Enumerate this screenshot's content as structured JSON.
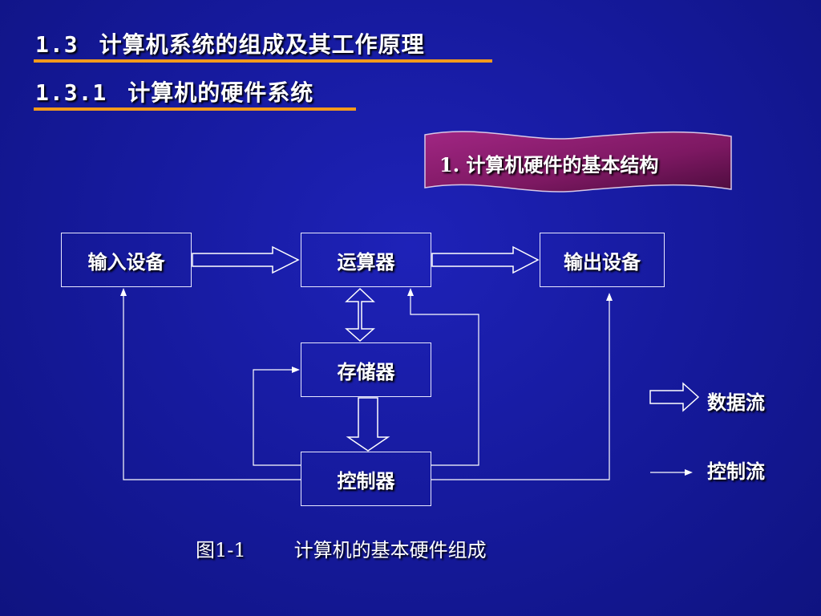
{
  "headings": {
    "section": {
      "number": "1.3",
      "title": "计算机系统的组成及其工作原理"
    },
    "subsection": {
      "number": "1.3.1",
      "title": "计算机的硬件系统"
    }
  },
  "banner": {
    "label": "1. 计算机硬件的基本结构"
  },
  "diagram": {
    "input_device": "输入设备",
    "alu": "运算器",
    "output_device": "输出设备",
    "memory": "存储器",
    "controller": "控制器"
  },
  "legend": {
    "data_flow": "数据流",
    "control_flow": "控制流"
  },
  "caption": {
    "figure": "图1-1",
    "text": "计算机的基本硬件组成"
  },
  "colors": {
    "background": "#15199a",
    "underline": "#f39a1c",
    "banner": "#8a1a6e",
    "lines": "#ffffff"
  }
}
